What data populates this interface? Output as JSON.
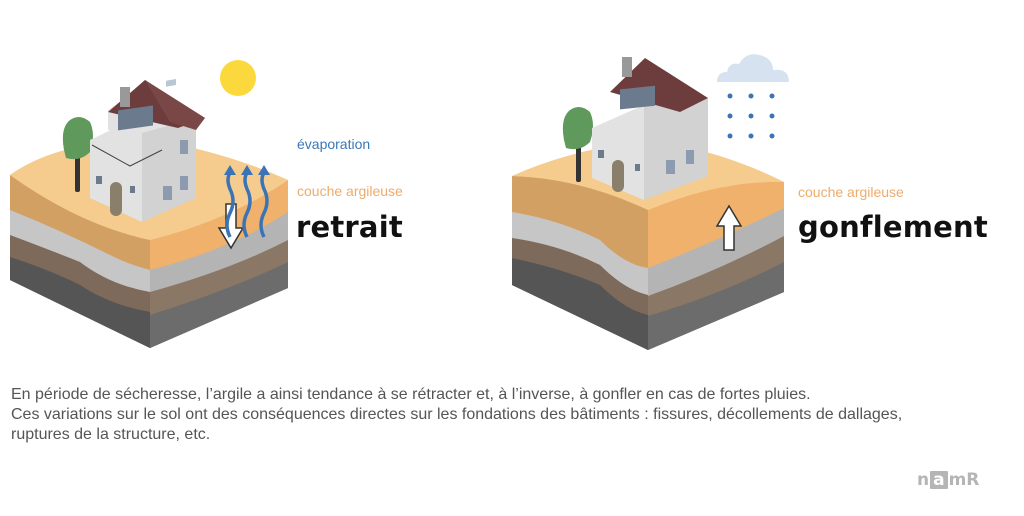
{
  "diagram": {
    "left_panel": {
      "title": "retrait",
      "weather_icon": "sun-icon",
      "process_label": "évaporation",
      "layer_label": "couche argileuse",
      "movement": "down-arrow-icon"
    },
    "right_panel": {
      "title": "gonflement",
      "weather_icon": "rain-cloud-icon",
      "layer_label": "couche argileuse",
      "movement": "up-arrow-icon"
    },
    "colors": {
      "sun": "#fbd93c",
      "evaporation_arrows": "#3a74b7",
      "cloud": "#d6e2f0",
      "rain": "#3a74b7",
      "clay_top": "#f5cc8e",
      "clay_side_left": "#d3a064",
      "clay_side_right": "#efb16b",
      "gray_layer": "#c4c4c4",
      "brown_layer": "#8a7766",
      "dark_layer": "#5e5e5e",
      "roof": "#6f3e3e",
      "wall": "#dedede",
      "tree": "#5f9a5c"
    }
  },
  "caption": {
    "line1": "En période de sécheresse, l’argile a ainsi tendance à se rétracter et, à l’inverse, à gonfler en cas de fortes pluies.",
    "line2": "Ces variations sur le sol ont des conséquences directes sur les fondations des bâtiments : fissures, décollements de dallages,",
    "line3": "ruptures de la structure, etc."
  },
  "logo": {
    "part1": "n",
    "part2": "a",
    "part3": "mR"
  }
}
